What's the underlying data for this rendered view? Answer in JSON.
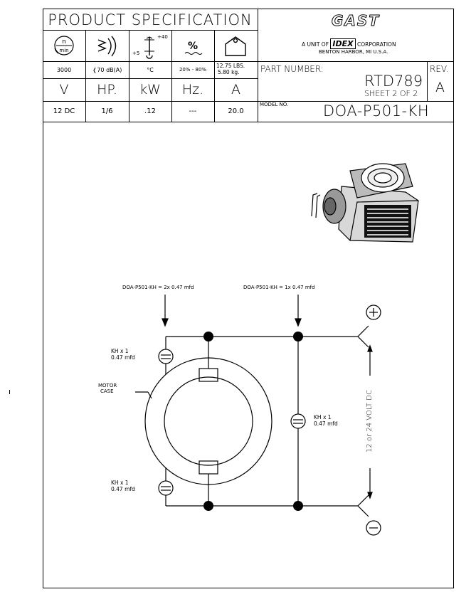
{
  "title_block": {
    "header": "PRODUCT SPECIFICATION",
    "icons": [
      "rpm-icon",
      "noise-icon",
      "temperature-icon",
      "humidity-icon",
      "weight-icon"
    ],
    "icon_rpm_top": "n",
    "icon_rpm_bottom": "min",
    "icon_temp_high": "+40",
    "icon_temp_low": "+5",
    "icon_humidity": "%",
    "row1": [
      "3000",
      "❬70 dB(A)",
      "°C",
      "20% - 80%",
      "12.75 LBS.",
      "5.80 kg."
    ],
    "row2": [
      "V",
      "HP.",
      "kW",
      "Hz.",
      "A"
    ],
    "row3": [
      "12 DC",
      "1/6",
      ".12",
      "---",
      "20.0"
    ]
  },
  "company": {
    "logo": "GAST",
    "unit_prefix": "A UNIT OF",
    "parent_logo": "IDEX",
    "unit_suffix": "CORPORATION",
    "location": "BENTON HARBOR, MI  U.S.A."
  },
  "part": {
    "label": "PART NUMBER:",
    "number": "RTD789",
    "sheet": "SHEET 2 OF 2",
    "rev_label": "REV.",
    "rev": "A",
    "model_label": "MODEL NO.",
    "model": "DOA-P501-KH"
  },
  "schematic": {
    "note_left": "DOA-P501-KH = 2x 0.47 mfd",
    "note_right": "DOA-P501-KH = 1x 0.47 mfd",
    "cap_top_line1": "KH x 1",
    "cap_top_line2": "0.47 mfd",
    "motor_case_line1": "MOTOR",
    "motor_case_line2": "CASE",
    "cap_right_line1": "KH x 1",
    "cap_right_line2": "0.47 mfd",
    "cap_bottom_line1": "KH x 1",
    "cap_bottom_line2": "0.47 mfd",
    "voltage": "12 or 24 VOLT DC",
    "plus_symbol": "+",
    "minus_symbol": "−"
  }
}
